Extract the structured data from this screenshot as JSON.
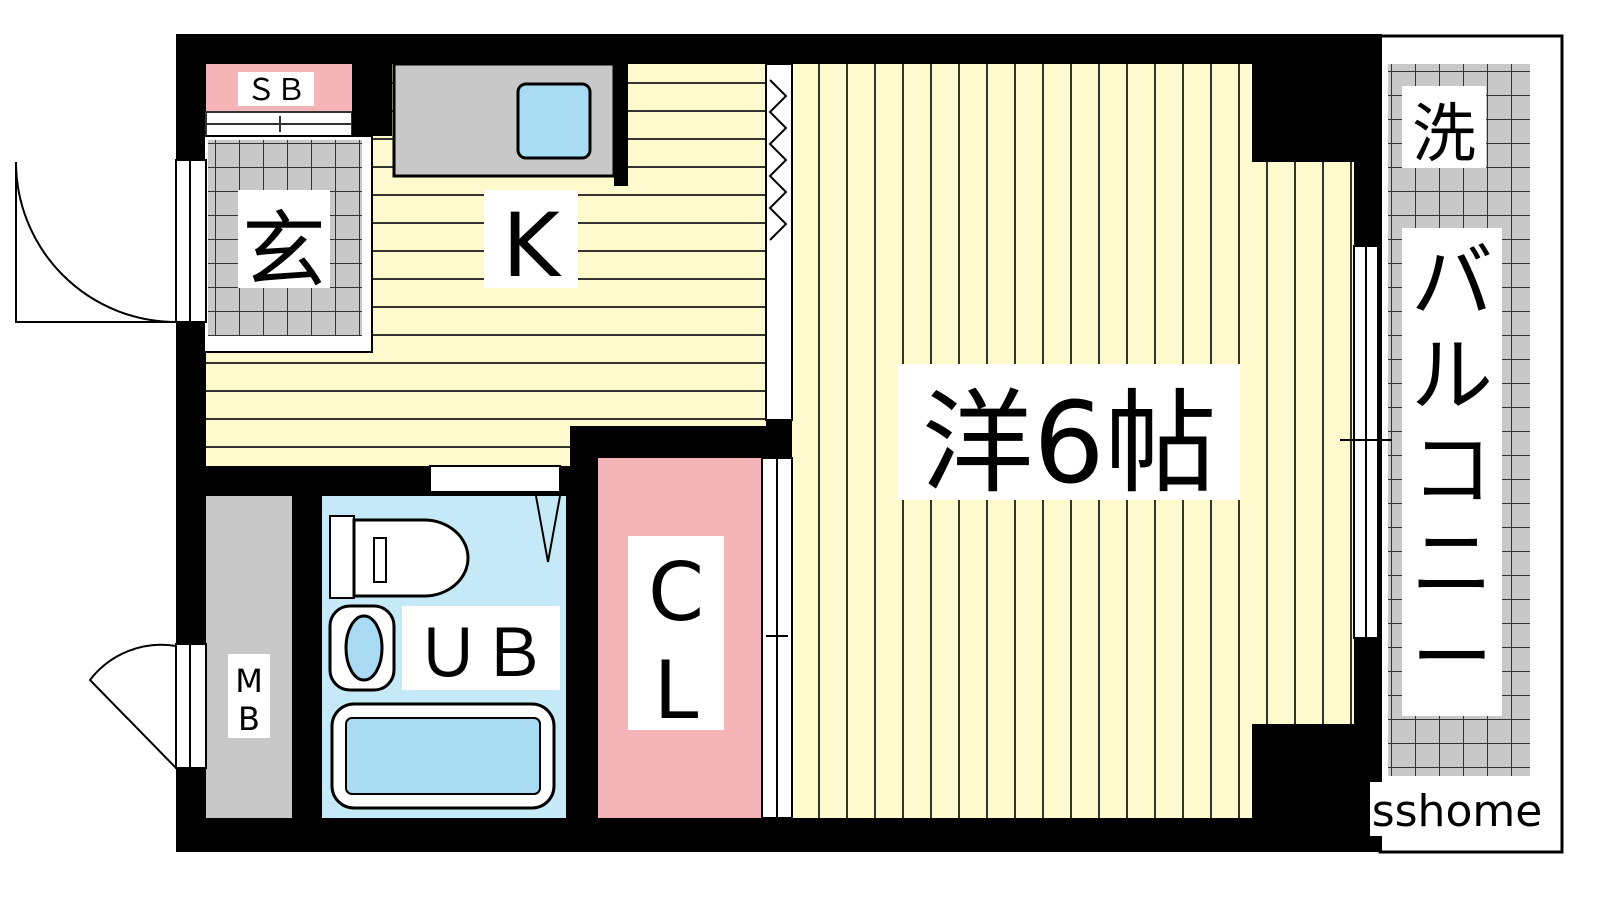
{
  "labels": {
    "sb": "ＳＢ",
    "genkan": "玄",
    "kitchen": "K",
    "western_room": "洋6帖",
    "closet_c": "C",
    "closet_l": "L",
    "unit_bath": "ＵＢ",
    "mb_m": "M",
    "mb_b": "B",
    "laundry": "洗",
    "balcony": [
      "バ",
      "ル",
      "コ",
      "ニ",
      "ー"
    ]
  },
  "watermark": "sshome",
  "colors": {
    "wall": "#000000",
    "floor": "#fffacd",
    "floor_line": "#333333",
    "tile": "#c8c8c8",
    "tile_line": "#333333",
    "bath": "#c6e9f7",
    "bath_inner": "#a9dcf2",
    "closet": "#f5b5b8",
    "sb": "#f5b5b8",
    "storage": "#c8c8c8",
    "sink_basin": "#a9dcf2"
  }
}
